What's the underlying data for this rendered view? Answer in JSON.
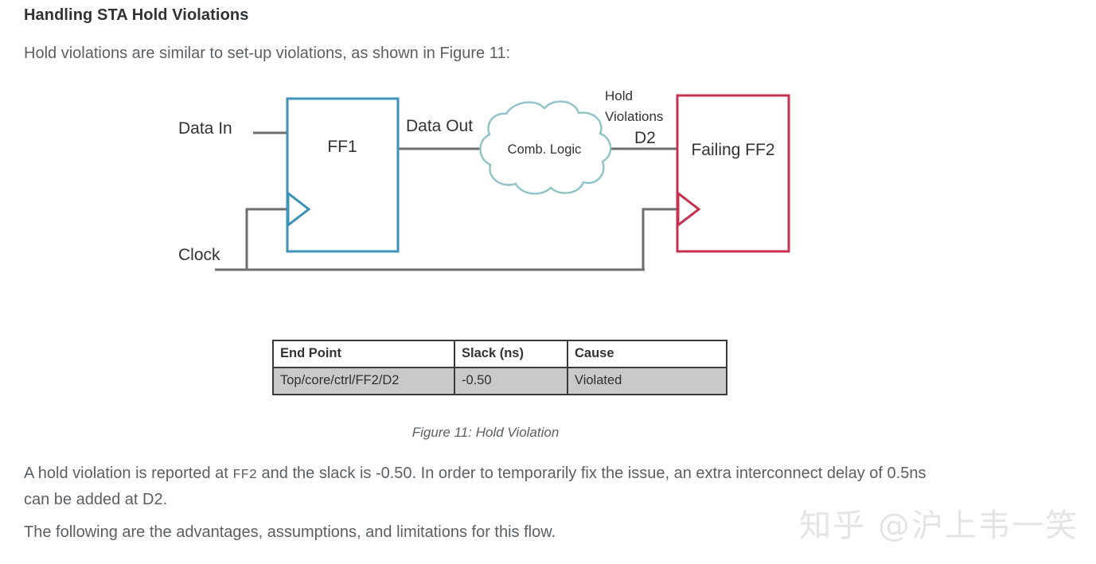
{
  "page": {
    "title": "Handling STA Hold Violations",
    "intro": "Hold violations are similar to set-up violations, as shown in Figure 11:",
    "caption": "Figure 11: Hold Violation",
    "paragraph_1_part1": "A hold violation is reported at ",
    "paragraph_1_mono": "FF2",
    "paragraph_1_part2": " and the slack is -0.50. In order to temporarily fix the issue, an extra interconnect delay of 0.5ns can be added at D2.",
    "paragraph_2": "The following are the advantages, assumptions, and limitations for this flow.",
    "watermark": "知乎 @沪上韦一笑"
  },
  "diagram": {
    "labels": {
      "data_in": "Data In",
      "clock": "Clock",
      "ff1": "FF1",
      "data_out": "Data Out",
      "comb_logic": "Comb. Logic",
      "hold": "Hold",
      "violations": "Violations",
      "d2": "D2",
      "failing_ff2": "Failing FF2"
    },
    "colors": {
      "ff1_border": "#3c92b8",
      "ff2_border": "#c8304f",
      "cloud_border": "#8ec2c8",
      "wire": "#6e6e6e",
      "label_text": "#2f3336"
    }
  },
  "table": {
    "headers": [
      "End Point",
      "Slack (ns)",
      "Cause"
    ],
    "rows": [
      [
        "Top/core/ctrl/FF2/D2",
        "-0.50",
        "Violated"
      ]
    ]
  }
}
